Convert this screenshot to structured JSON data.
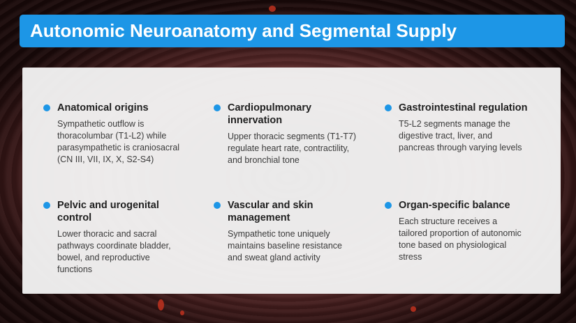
{
  "slide": {
    "title": "Autonomic Neuroanatomy and Segmental Supply",
    "accent_color": "#1d96e6",
    "items": [
      {
        "title": "Anatomical origins",
        "body": "Sympathetic outflow is thoracolumbar (T1-L2) while parasympathetic is craniosacral (CN III, VII, IX, X, S2-S4)"
      },
      {
        "title": "Cardiopulmonary innervation",
        "body": "Upper thoracic segments (T1-T7) regulate heart rate, contractility, and bronchial tone"
      },
      {
        "title": "Gastrointestinal regulation",
        "body": "T5-L2 segments manage the digestive tract, liver, and pancreas through varying levels"
      },
      {
        "title": "Pelvic and urogenital control",
        "body": "Lower thoracic and sacral pathways coordinate bladder, bowel, and reproductive functions"
      },
      {
        "title": "Vascular and skin management",
        "body": "Sympathetic tone uniquely maintains baseline resistance and sweat gland activity"
      },
      {
        "title": "Organ-specific balance",
        "body": "Each structure receives a tailored proportion of autonomic tone based on physiological stress"
      }
    ]
  }
}
